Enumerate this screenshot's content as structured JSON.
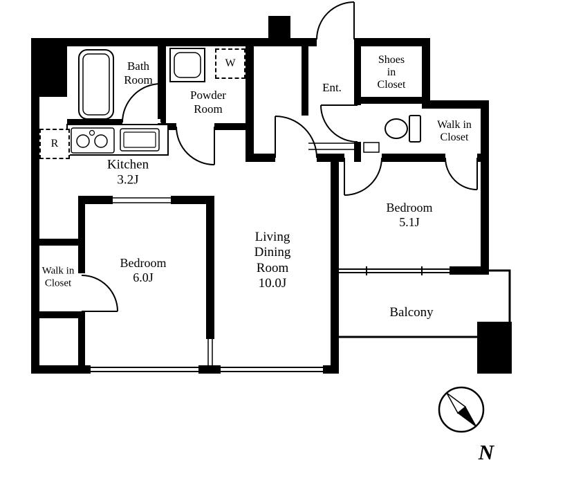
{
  "rooms": {
    "bath": {
      "label": "Bath\nRoom"
    },
    "powder": {
      "label": "Powder\nRoom"
    },
    "kitchen": {
      "label": "Kitchen\n3.2J"
    },
    "entrance": {
      "label": "Ent."
    },
    "shoes_closet": {
      "label": "Shoes\nin\nCloset"
    },
    "walk_in_closet_right": {
      "label": "Walk in\nCloset"
    },
    "bedroom_right": {
      "label": "Bedroom\n5.1J"
    },
    "living_dining": {
      "label": "Living\nDining\nRoom\n10.0J"
    },
    "bedroom_left": {
      "label": "Bedroom\n6.0J"
    },
    "walk_in_closet_left": {
      "label": "Walk in\nCloset"
    },
    "balcony": {
      "label": "Balcony"
    }
  },
  "appliance_markers": {
    "washing_machine": "W",
    "refrigerator": "R"
  },
  "compass": {
    "north_label": "N"
  },
  "colors": {
    "wall": "#000000",
    "background": "#ffffff",
    "line": "#000000"
  }
}
